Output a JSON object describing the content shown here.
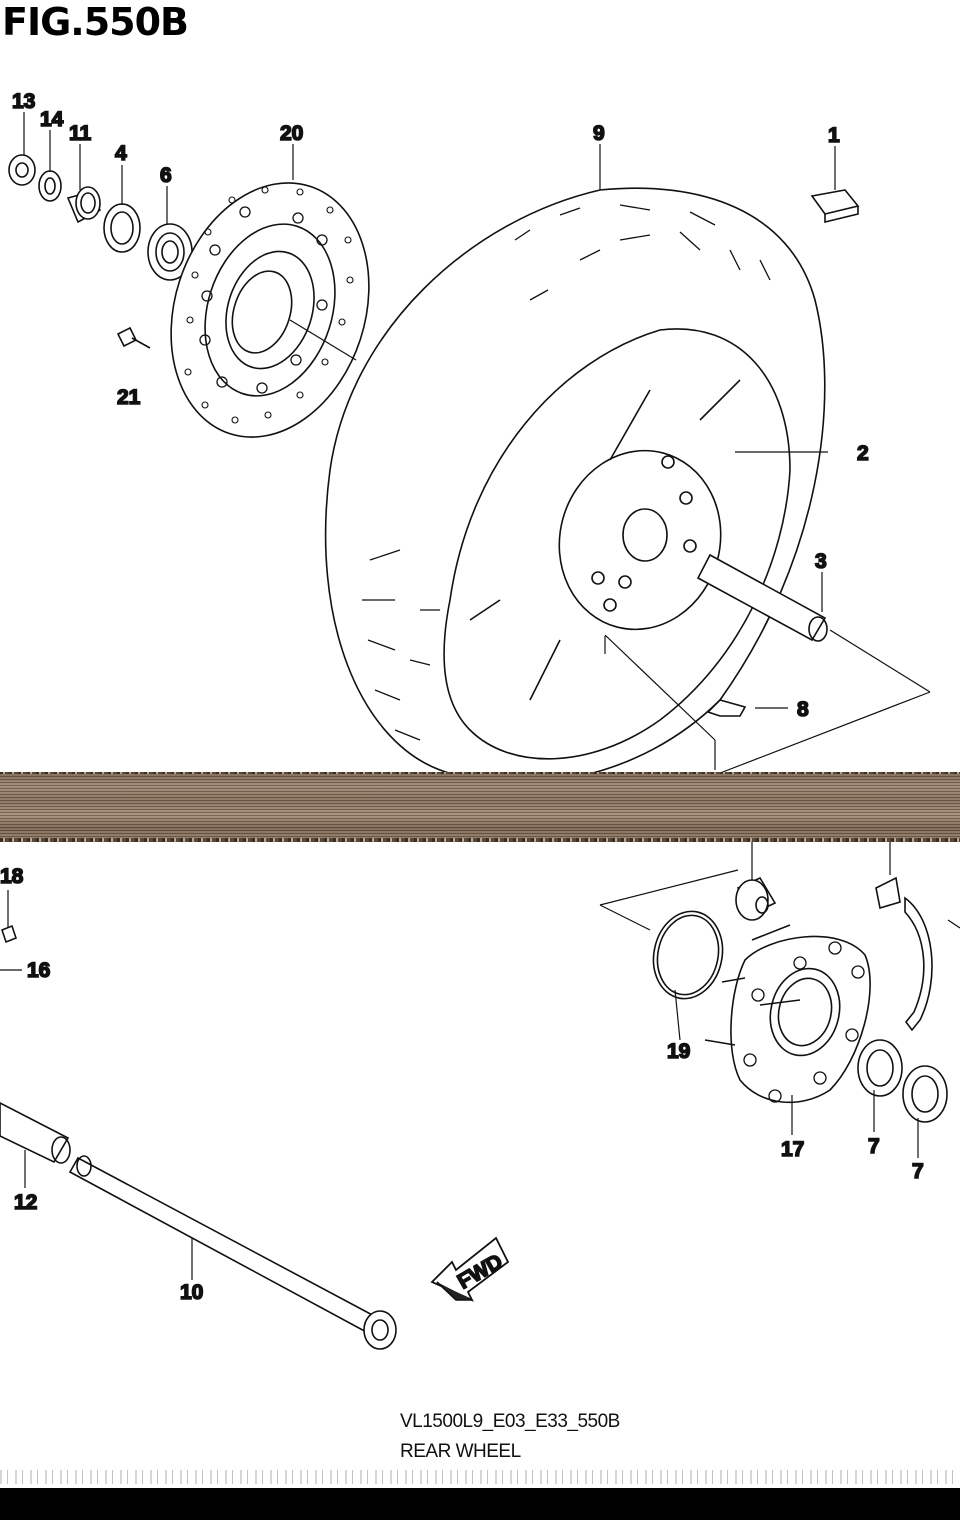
{
  "figure": {
    "title": "FIG.550B",
    "code": "VL1500L9_E03_E33_550B",
    "name": "REAR WHEEL",
    "direction_badge": "FWD"
  },
  "callouts": {
    "c1": "1",
    "c2": "2",
    "c3": "3",
    "c4": "4",
    "c6": "6",
    "c7a": "7",
    "c7b": "7",
    "c8": "8",
    "c9": "9",
    "c10": "10",
    "c11": "11",
    "c12": "12",
    "c13": "13",
    "c14": "14",
    "c16": "16",
    "c17": "17",
    "c18": "18",
    "c19": "19",
    "c20": "20",
    "c21": "21"
  }
}
